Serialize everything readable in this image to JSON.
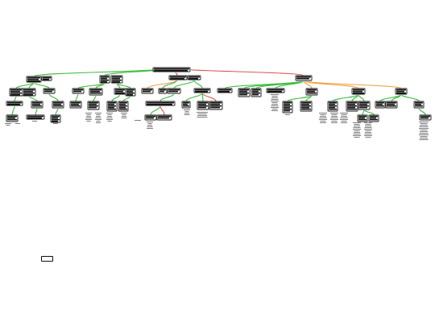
{
  "colors": {
    "positive": "#3dbb3d",
    "negative": "#e05555",
    "neutral": "#f0a040",
    "node_border": "#111111",
    "background": "#ffffff"
  },
  "node_groups": [
    {
      "id": "root",
      "status": "neutral"
    },
    {
      "id": "branch-left",
      "status": "positive"
    },
    {
      "id": "branch-middle",
      "status": "negative"
    },
    {
      "id": "branch-right",
      "status": "negative"
    }
  ]
}
